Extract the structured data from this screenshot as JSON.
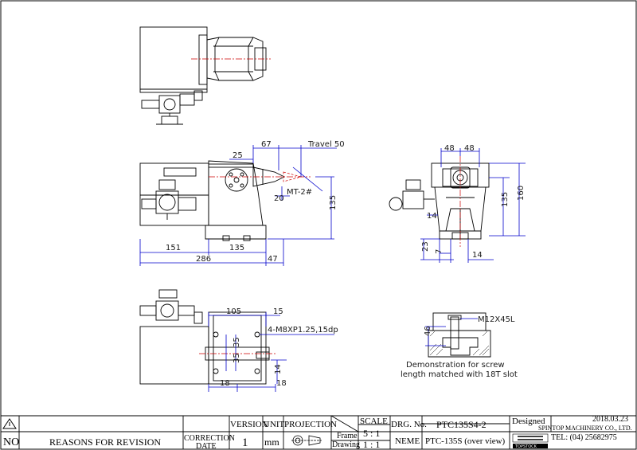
{
  "views": {
    "side": {
      "dims": {
        "d67": "67",
        "d25": "25",
        "travel": "Travel 50",
        "mt": "MT-2#",
        "d20": "20",
        "d135v": "135",
        "d151": "151",
        "d135h": "135",
        "d286": "286",
        "d47": "47"
      }
    },
    "end": {
      "dims": {
        "d48a": "48",
        "d48b": "48",
        "d135": "135",
        "d160": "160",
        "d14a": "14",
        "d23": "23",
        "d7": "7",
        "d14b": "14"
      }
    },
    "plan": {
      "dims": {
        "d105": "105",
        "d15": "15",
        "holes": "4-M8XP1.25,15dp",
        "d35a": "35",
        "d35b": "35",
        "d14": "14",
        "d18a": "18",
        "d18b": "18"
      }
    },
    "detail": {
      "bolt": "M12X45L",
      "d46": "46",
      "caption_1": "Demonstration for screw",
      "caption_2": "length matched with 18T slot"
    }
  },
  "title_block": {
    "warning_symbol": "warning-triangle-icon",
    "no_label": "NO",
    "reasons_label": "REASONS FOR REVISION",
    "correction_label_1": "CORRECTION",
    "correction_label_2": "DATE",
    "version_label": "VERSION",
    "version_value": "1",
    "unit_label": "UNIT",
    "unit_value": "mm",
    "projection_label": "PROJECTION",
    "frame_label": "Frame",
    "drawing_label": "Drawing",
    "scale_label": "SCALE",
    "scale_frame": "5 : 1",
    "scale_drawing": "1 : 1",
    "drg_label": "DRG. No.",
    "drg_value": "PTC135S4-2",
    "name_label": "NEME",
    "name_value": "PTC-135S (over view)",
    "designed_label": "Designed",
    "date_value": "2018.03.23",
    "company": "SPINTOP MACHINERY CO., LTD.",
    "tel": "TEL: (04) 25682975",
    "logo_text": "TOPSTOCK"
  }
}
